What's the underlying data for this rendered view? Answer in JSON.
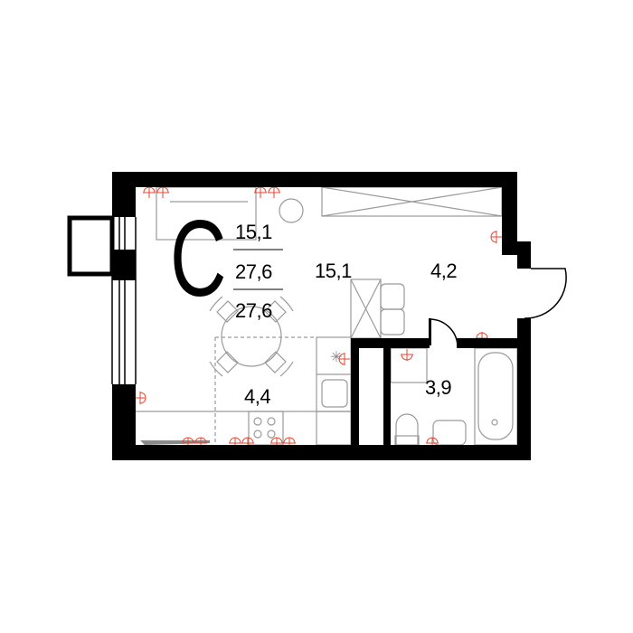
{
  "apartment": {
    "type_letter": "C",
    "living_area": "15,1",
    "total_area": "27,6",
    "total_area_with_balcony": "27,6"
  },
  "rooms": [
    {
      "name": "living-room",
      "area": "15,1"
    },
    {
      "name": "hallway",
      "area": "4,2"
    },
    {
      "name": "kitchen",
      "area": "4,4"
    },
    {
      "name": "bathroom",
      "area": "3,9"
    }
  ],
  "colors": {
    "wall": "#000000",
    "furniture": "#9a9a9a",
    "socket": "#e8442f"
  }
}
